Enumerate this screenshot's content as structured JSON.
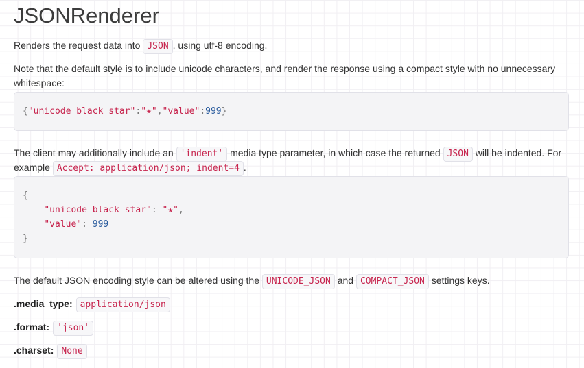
{
  "header": {
    "title": "JSONRenderer"
  },
  "paragraphs": {
    "p1": {
      "pre": "Renders the request data into ",
      "code": "JSON",
      "post": ", using utf-8 encoding."
    },
    "p2": "Note that the default style is to include unicode characters, and render the response using a compact style with no unnecessary whitespace:",
    "p3": {
      "seg1": "The client may additionally include an ",
      "code1": "'indent'",
      "seg2": " media type parameter, in which case the returned ",
      "code2": "JSON",
      "seg3": " will be indented. For example ",
      "code3": "Accept: application/json; indent=4",
      "seg4": "."
    },
    "p4": {
      "seg1": "The default JSON encoding style can be altered using the ",
      "code1": "UNICODE_JSON",
      "seg2": " and ",
      "code2": "COMPACT_JSON",
      "seg3": " settings keys."
    }
  },
  "code_block_1": {
    "tokens": [
      {
        "text": "{",
        "type": "p"
      },
      {
        "text": "\"unicode black star\"",
        "type": "s"
      },
      {
        "text": ":",
        "type": "p"
      },
      {
        "text": "\"★\"",
        "type": "s"
      },
      {
        "text": ",",
        "type": "p"
      },
      {
        "text": "\"value\"",
        "type": "s"
      },
      {
        "text": ":",
        "type": "p"
      },
      {
        "text": "999",
        "type": "n"
      },
      {
        "text": "}",
        "type": "p"
      }
    ]
  },
  "code_block_2": {
    "lines": [
      [
        {
          "text": "{",
          "type": "p"
        }
      ],
      [
        {
          "text": "    ",
          "type": "p"
        },
        {
          "text": "\"unicode black star\"",
          "type": "s"
        },
        {
          "text": ": ",
          "type": "p"
        },
        {
          "text": "\"★\"",
          "type": "s"
        },
        {
          "text": ",",
          "type": "p"
        }
      ],
      [
        {
          "text": "    ",
          "type": "p"
        },
        {
          "text": "\"value\"",
          "type": "s"
        },
        {
          "text": ": ",
          "type": "p"
        },
        {
          "text": "999",
          "type": "n"
        }
      ],
      [
        {
          "text": "}",
          "type": "p"
        }
      ]
    ]
  },
  "attr_rows": {
    "colon": ":",
    "rows": [
      {
        "label": ".media_type",
        "value": "application/json"
      },
      {
        "label": ".format",
        "value": "'json'"
      },
      {
        "label": ".charset",
        "value": "None"
      }
    ]
  },
  "colors": {
    "inline_code_text": "#c7254e",
    "code_string": "#c7254e",
    "code_number": "#2b5c9e",
    "code_punctuation": "#777777",
    "inline_code_bg": "#f7f7f9",
    "code_block_bg": "#f4f4f6",
    "border": "#e1e1e8",
    "body_text": "#333333"
  }
}
